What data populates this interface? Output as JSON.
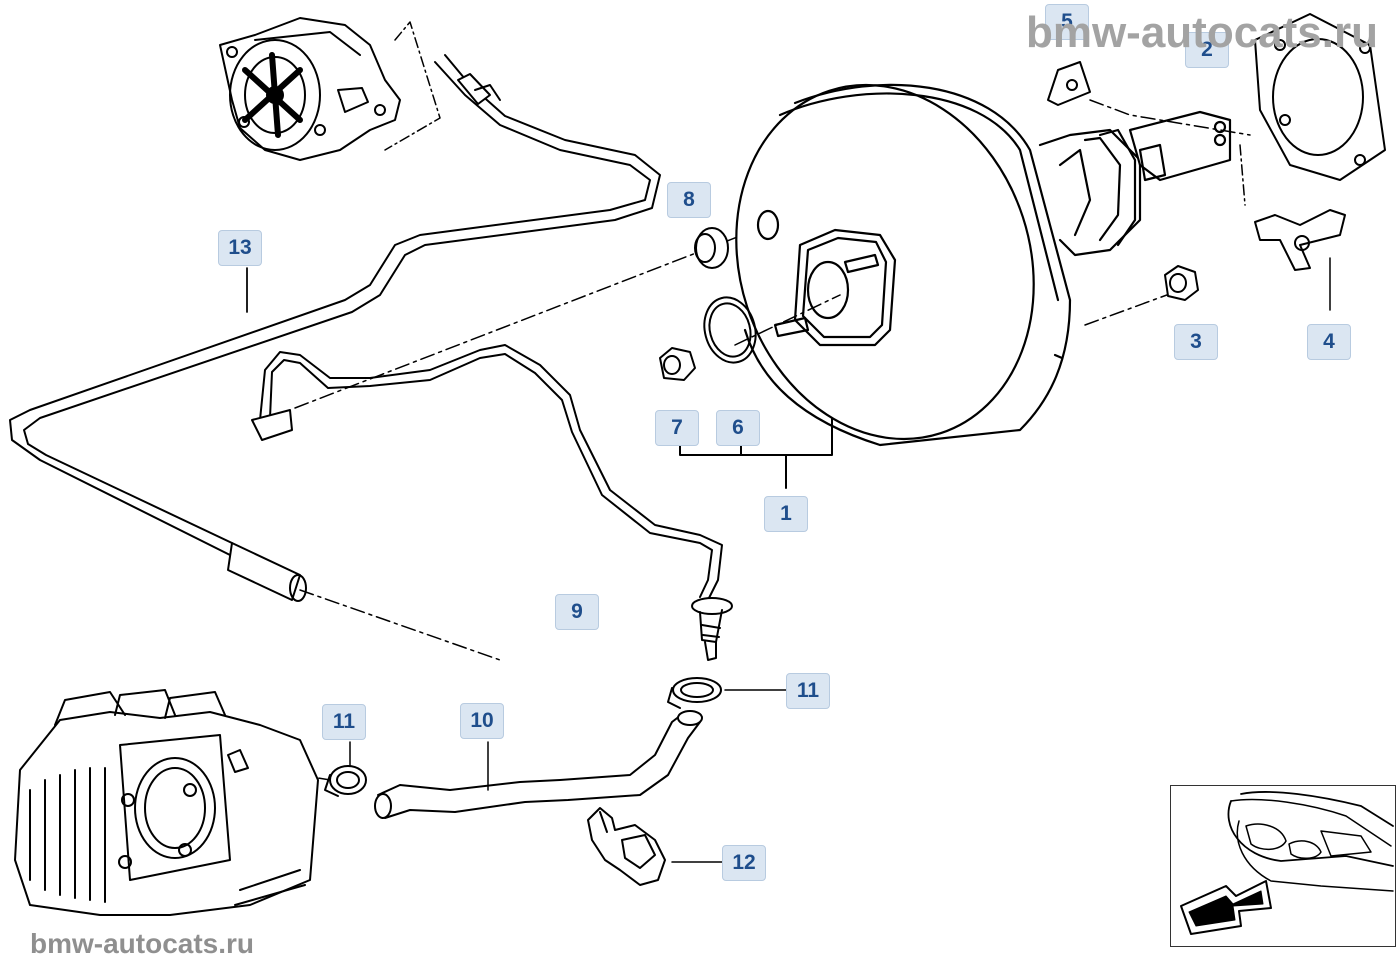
{
  "watermark": {
    "top": "bmw-autocats.ru",
    "bottom": "bmw-autocats.ru"
  },
  "callouts": {
    "c1": "1",
    "c2": "2",
    "c3": "3",
    "c4": "4",
    "c5": "5",
    "c6": "6",
    "c7": "7",
    "c8": "8",
    "c9": "9",
    "c10": "10",
    "c11a": "11",
    "c11b": "11",
    "c12": "12",
    "c13": "13"
  },
  "colors": {
    "callout_bg": "#dbe6f2",
    "callout_text": "#1f4e8c",
    "line": "#000000",
    "watermark": "#9a9a9a"
  },
  "icons": {
    "locator": "car-front-location-icon"
  }
}
